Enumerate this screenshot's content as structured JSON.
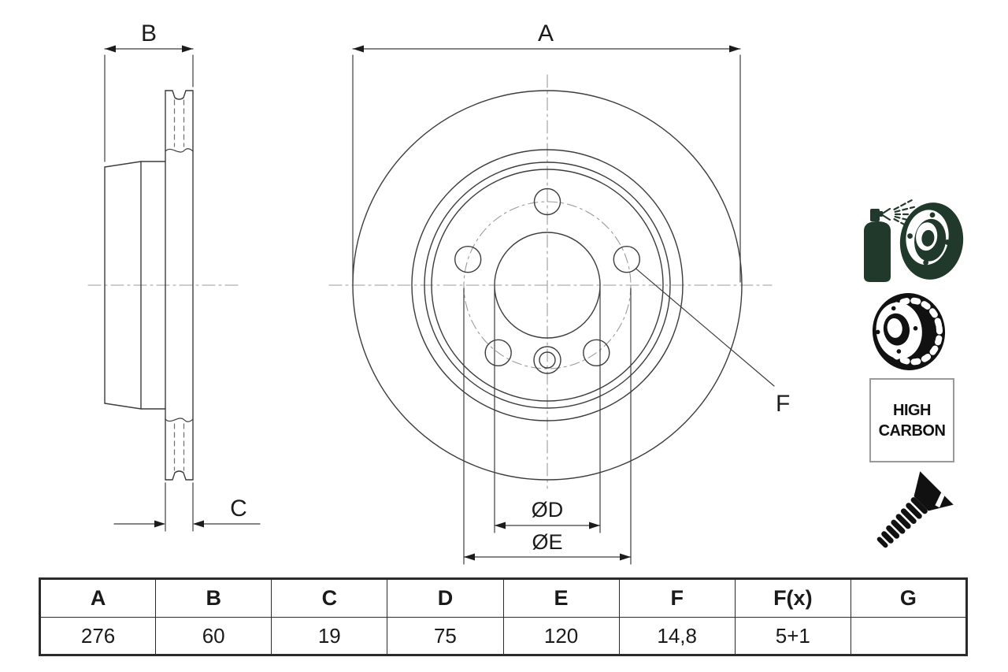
{
  "drawing": {
    "dim_labels": {
      "a": "A",
      "b": "B",
      "c": "C",
      "f": "F",
      "od": "ØD",
      "oe": "ØE"
    }
  },
  "badge": {
    "line1": "HIGH",
    "line2": "CARBON"
  },
  "icons": {
    "spray": "spray-can-coating-icon",
    "vented_disc": "vented-brake-disc-icon",
    "screw": "countersunk-screw-icon"
  },
  "table": {
    "headers": [
      "A",
      "B",
      "C",
      "D",
      "E",
      "F",
      "F(x)",
      "G"
    ],
    "values": [
      "276",
      "60",
      "19",
      "75",
      "120",
      "14,8",
      "5+1",
      ""
    ]
  },
  "colors": {
    "accent_green": "#21392a",
    "icon_black": "#111111",
    "line_gray": "#3c3c3c",
    "centerline_gray": "#999999"
  }
}
